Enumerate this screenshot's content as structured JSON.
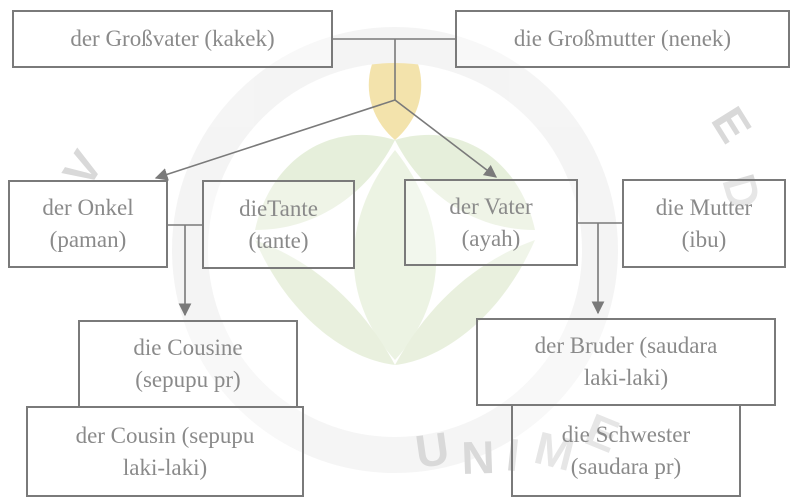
{
  "watermark": {
    "logo": "UNIMED",
    "color": "#ecd88a"
  },
  "colors": {
    "border": "#7a7a7a",
    "text": "#8a8a8a",
    "wire": "#7a7a7a"
  },
  "boxes": {
    "grandfather": "der Großvater (kakek)",
    "grandmother": "die Großmutter (nenek)",
    "uncle": "der Onkel\n(paman)",
    "aunt": "dieTante\n(tante)",
    "father": "der Vater\n(ayah)",
    "mother": "die Mutter\n(ibu)",
    "female_cousin": "die Cousine\n(sepupu pr)",
    "male_cousin": "der Cousin (sepupu\nlaki-laki)",
    "brother": "der Bruder (saudara\nlaki-laki)",
    "sister": "die Schwester\n(saudara pr)"
  }
}
